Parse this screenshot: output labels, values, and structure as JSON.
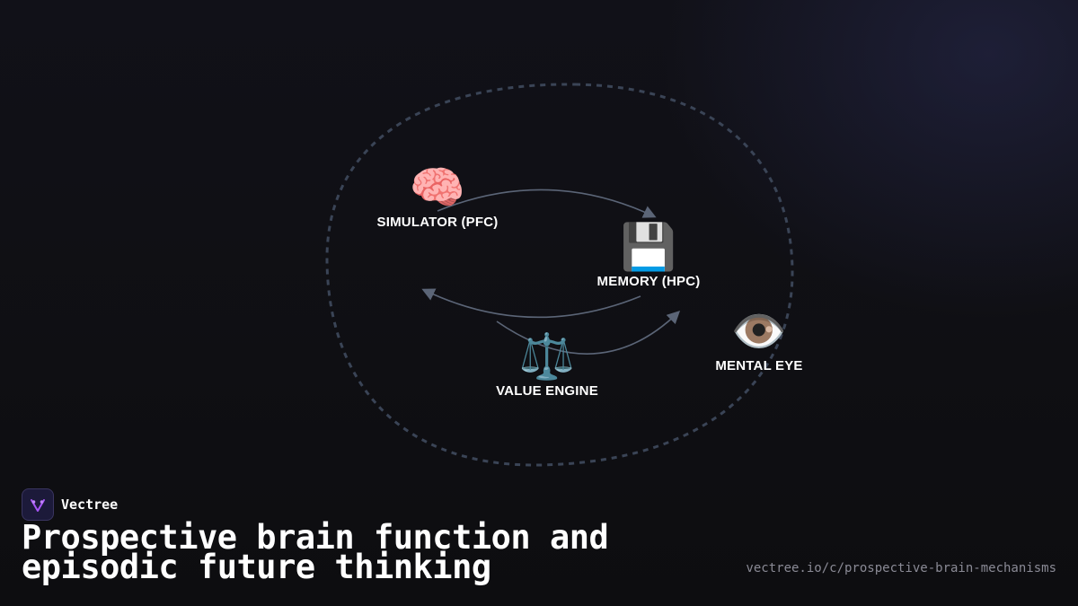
{
  "diagram": {
    "nodes": [
      {
        "id": "simulator",
        "icon": "brain-icon",
        "glyph": "🧠",
        "label": "SIMULATOR (PFC)"
      },
      {
        "id": "memory",
        "icon": "floppy-disk-icon",
        "glyph": "💾",
        "label": "MEMORY (HPC)"
      },
      {
        "id": "value-engine",
        "icon": "balance-scale-icon",
        "glyph": "⚖️",
        "label": "VALUE ENGINE"
      },
      {
        "id": "mental-eye",
        "icon": "eye-icon",
        "glyph": "👁️",
        "label": "MENTAL EYE"
      }
    ],
    "edges": [
      {
        "from": "simulator",
        "to": "memory"
      },
      {
        "from": "memory",
        "to": "simulator"
      },
      {
        "from": "value-engine",
        "to": "mental-eye"
      }
    ],
    "colors": {
      "edge": "#5b6577",
      "boundary": "#3a4456"
    }
  },
  "brand": {
    "name": "Vectree"
  },
  "page": {
    "title": "Prospective brain function and episodic future thinking",
    "url": "vectree.io/c/prospective-brain-mechanisms"
  }
}
